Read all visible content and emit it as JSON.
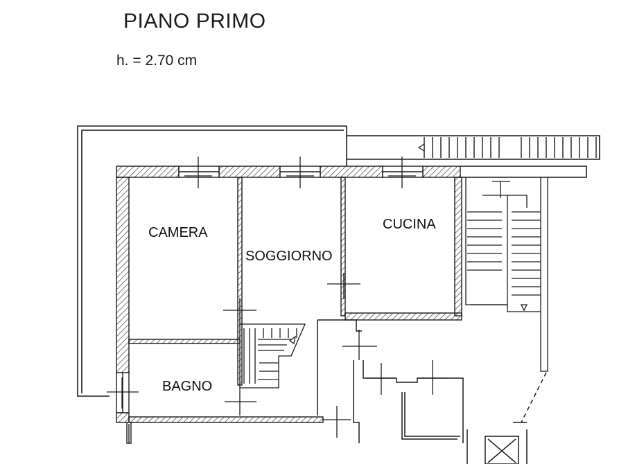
{
  "header": {
    "title": "PIANO PRIMO",
    "height_label": "h.  = 2.70 cm"
  },
  "rooms": {
    "camera": "CAMERA",
    "soggiorno": "SOGGIORNO",
    "cucina": "CUCINA",
    "bagno": "BAGNO"
  },
  "colors": {
    "line": "#1a1a1a",
    "hatch": "#555555",
    "background": "#ffffff"
  }
}
